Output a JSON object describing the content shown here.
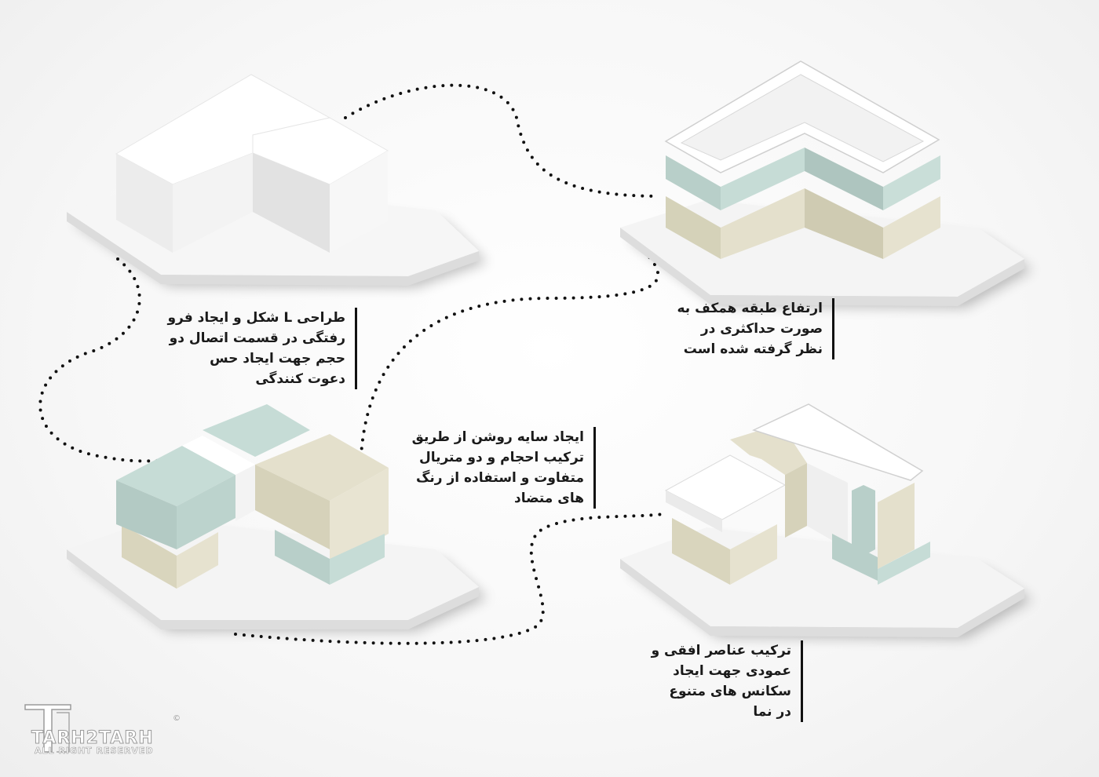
{
  "captions": {
    "step1": [
      "طراحی L شکل و ایجاد فرو",
      "رفتگی در قسمت اتصال دو",
      "حجم جهت ایجاد حس",
      "دعوت کنندگی"
    ],
    "step2": [
      "ارتفاع طبقه همکف به",
      "صورت حداکثری در",
      "نظر گرفته شده است"
    ],
    "step3": [
      "ایجاد سایه روشن از طریق",
      "ترکیب احجام و دو متریال",
      "متفاوت و استفاده از رنگ",
      "های متضاد"
    ],
    "step4": [
      "ترکیب عناصر افقی و",
      "عمودی جهت ایجاد",
      "سکانس های متنوع",
      "در نما"
    ]
  },
  "watermark": {
    "name": "TARH2TARH",
    "rights": "ALL RIGHT RESERVED",
    "registered": "©"
  },
  "colors": {
    "white": "#ffffff",
    "base": "#f4f4f4",
    "sage": "#c6dcd6",
    "beige": "#e4e0cc",
    "dots": "#111111"
  }
}
